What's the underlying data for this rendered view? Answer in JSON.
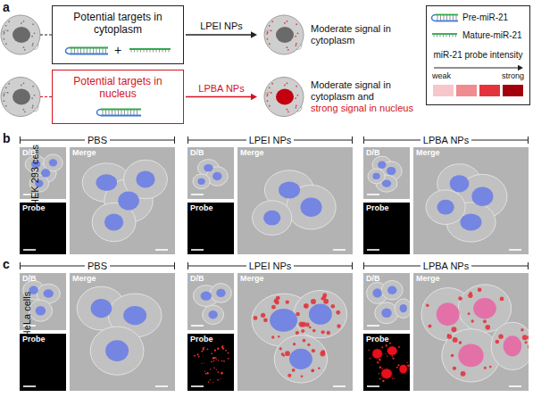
{
  "diagram": {
    "nodes": [
      {
        "text": [
          "Potential targets in cytoplasm",
          "+"
        ]
      },
      {
        "text": [
          "Potential targets in nucleus"
        ]
      },
      {
        "text": [
          "D/B"
        ]
      },
      {
        "text": [
          "Probe"
        ]
      },
      {
        "text": [
          "Merge"
        ]
      },
      {
        "text": [
          "D/B"
        ]
      },
      {
        "text": [
          "Probe"
        ]
      },
      {
        "text": [
          "Merge"
        ]
      },
      {
        "text": [
          "D/B"
        ]
      },
      {
        "text": [
          "Probe"
        ]
      },
      {
        "text": [
          "Merge"
        ]
      },
      {
        "text": [
          "D/B"
        ]
      },
      {
        "text": [
          "Probe"
        ]
      },
      {
        "text": [
          "Merge"
        ]
      },
      {
        "text": [
          "D/B"
        ]
      },
      {
        "text": [
          "Probe"
        ]
      },
      {
        "text": [
          "Merge"
        ]
      },
      {
        "text": [
          "D/B"
        ]
      },
      {
        "text": [
          "Probe"
        ]
      },
      {
        "text": [
          "Merge"
        ]
      }
    ],
    "labels": [
      "a",
      "LPEI NPs",
      "Moderate signal in cytoplasm",
      "LPBA NPs",
      "Moderate signal in cytoplasm and",
      "strong signal in nucleus",
      "miR-21 probe intensity",
      "weak",
      "strong",
      "b",
      "PBS",
      "LPEI NPs",
      "LPBA NPs",
      "HEK 293 cells",
      "c",
      "PBS",
      "LPEI NPs",
      "LPBA NPs",
      "HeLa cells"
    ],
    "legend": [
      {
        "text": "Pre-miR-21"
      },
      {
        "text": "Mature-miR-21"
      }
    ]
  }
}
